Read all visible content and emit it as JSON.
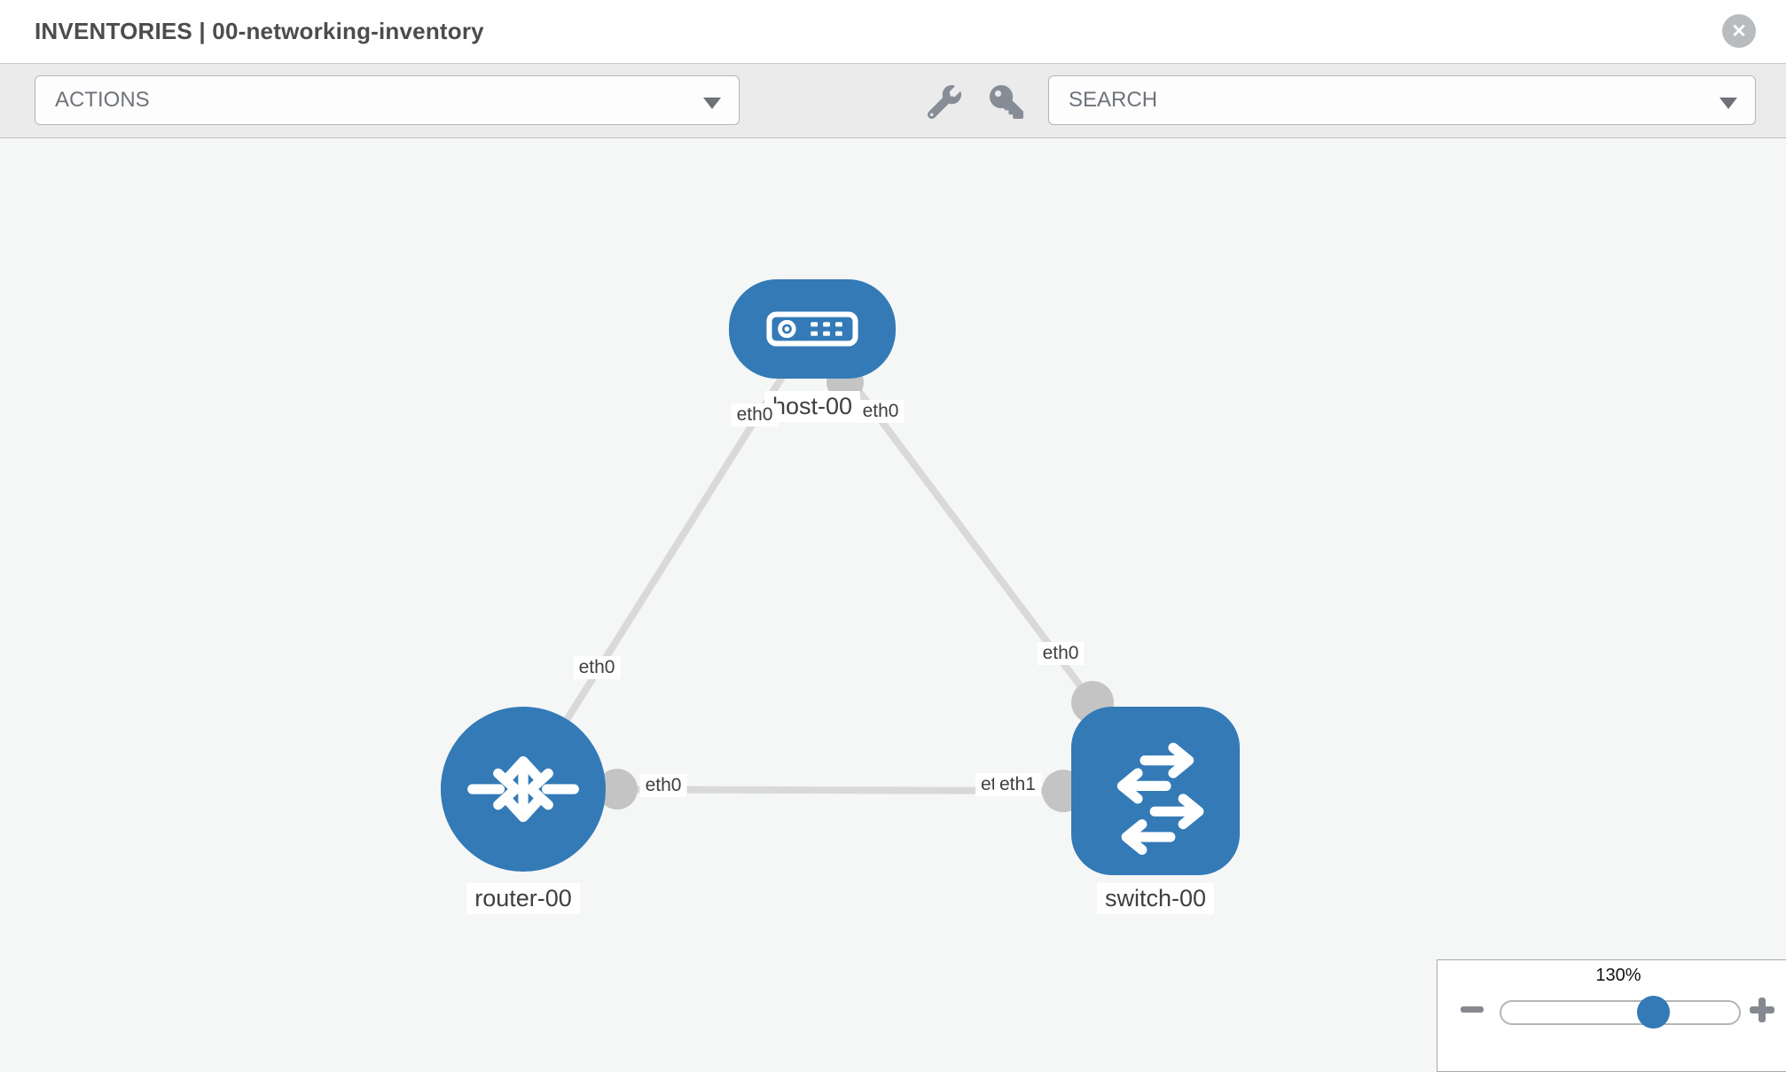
{
  "header": {
    "title": "INVENTORIES | 00-networking-inventory",
    "close_icon": "close-circle-icon"
  },
  "toolbar": {
    "actions_label": "ACTIONS",
    "search_label": "SEARCH",
    "icons": [
      "wrench-icon",
      "key-icon"
    ]
  },
  "topology": {
    "nodes": [
      {
        "id": "host-00",
        "label": "host-00",
        "type": "host"
      },
      {
        "id": "router-00",
        "label": "router-00",
        "type": "router"
      },
      {
        "id": "switch-00",
        "label": "switch-00",
        "type": "switch"
      }
    ],
    "links": [
      {
        "from": "host-00",
        "from_if": "eth0",
        "to": "router-00",
        "to_if": "eth0"
      },
      {
        "from": "host-00",
        "from_if": "eth0",
        "to": "switch-00",
        "to_if": "eth0"
      },
      {
        "from": "router-00",
        "from_if": "eth0",
        "to": "switch-00",
        "to_if": "eth1"
      }
    ],
    "interface_labels": {
      "host_left": "eth0",
      "host_right": "eth0",
      "router_top": "eth0",
      "switch_top": "eth0",
      "router_right": "eth0",
      "switch_left_back": "eth0",
      "switch_left_front": "eth1"
    },
    "colors": {
      "node": "#337ab7",
      "link": "#d9d9d9",
      "connector": "#c4c4c4"
    }
  },
  "zoom_control": {
    "level": "130%"
  }
}
